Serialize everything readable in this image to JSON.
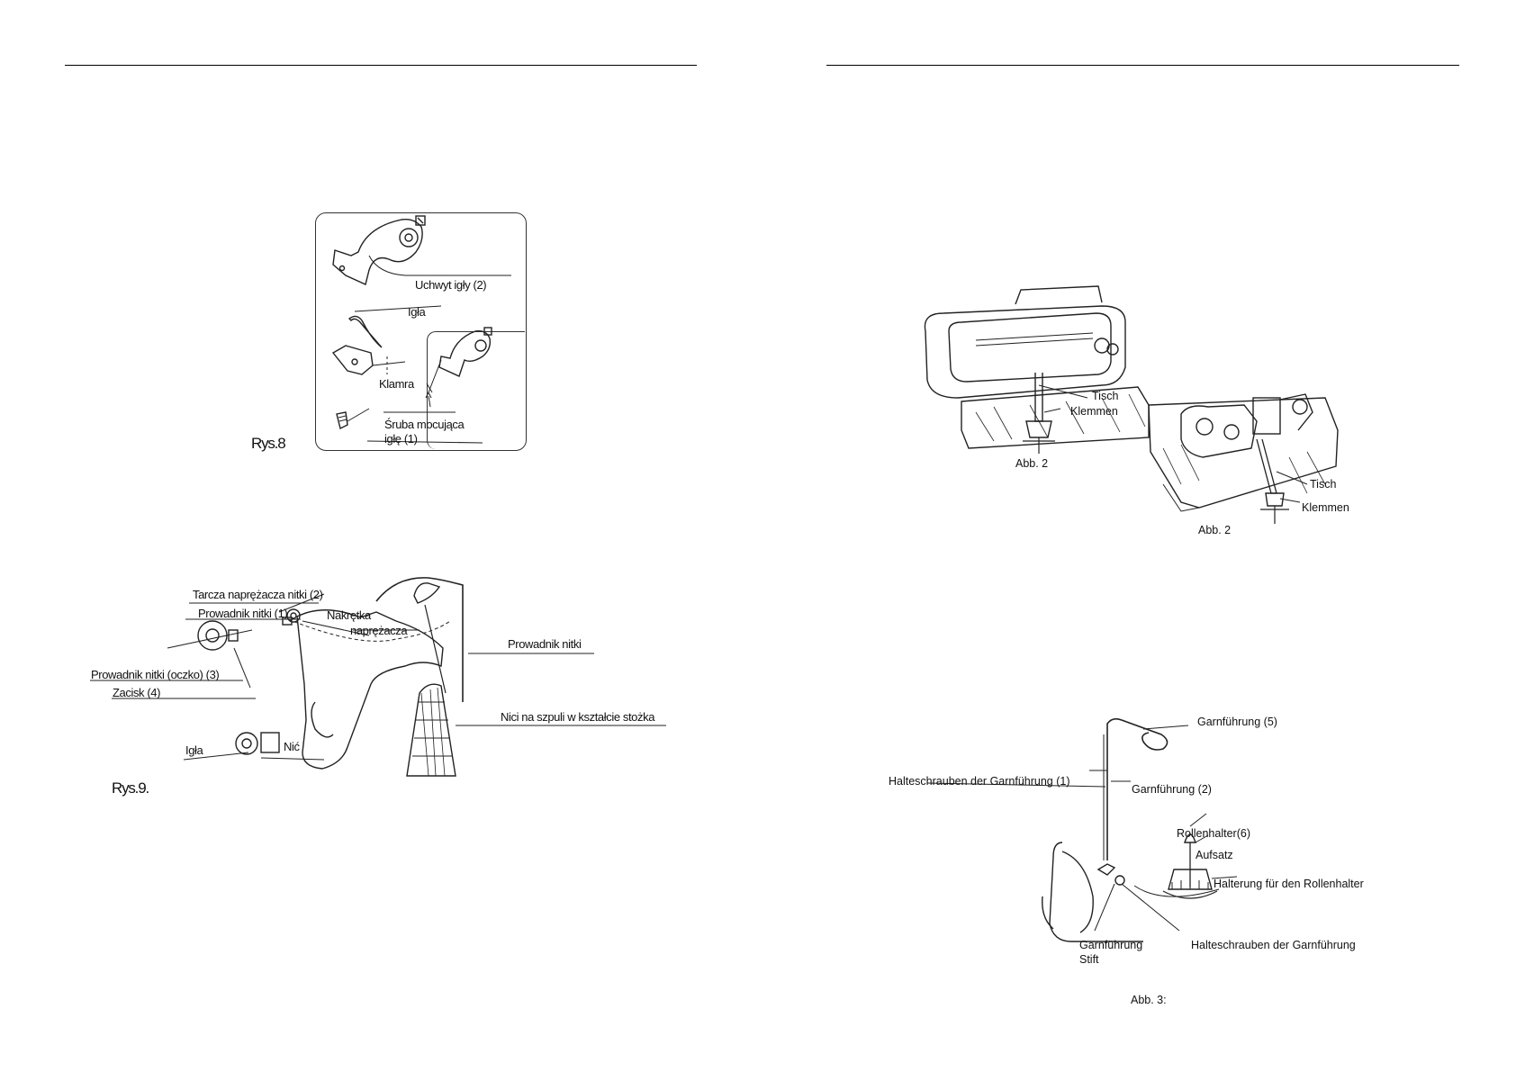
{
  "left_page": {
    "fig8": {
      "caption": "Rys.8",
      "labels": {
        "needle_holder": "Uchwyt igły (2)",
        "needle": "Igła",
        "clamp": "Klamra",
        "screw_line1": "Śruba mocująca",
        "screw_line2": "igłę (1)"
      }
    },
    "fig9": {
      "caption": "Rys.9.",
      "labels": {
        "tension_disc": "Tarcza naprężacza nitki (2)",
        "thread_guide_1": "Prowadnik nitki (1)",
        "nut_line1": "Nakrętka",
        "nut_line2": "naprężacza",
        "thread_guide_eye": "Prowadnik nitki (oczko) (3)",
        "clamp": "Zacisk (4)",
        "needle": "Igła",
        "thread": "Nić",
        "thread_guide": "Prowadnik nitki",
        "cone_thread": "Nici na szpuli w kształcie stożka"
      }
    }
  },
  "right_page": {
    "abb2_left": {
      "caption": "Abb. 2",
      "labels": {
        "table": "Tisch",
        "clamps": "Klemmen"
      }
    },
    "abb2_right": {
      "caption": "Abb. 2",
      "labels": {
        "table": "Tisch",
        "clamps": "Klemmen"
      }
    },
    "abb3": {
      "caption": "Abb. 3:",
      "labels": {
        "guide5": "Garnführung (5)",
        "holding_screws1": "Halteschrauben der Garnführung (1)",
        "guide2": "Garnführung (2)",
        "roll_holder": "Rollenhalter(6)",
        "attachment": "Aufsatz",
        "holder_mount": "Halterung für den Rollenhalter",
        "guide_pin_line1": "Garnführung",
        "guide_pin_line2": "Stift",
        "holding_screws": "Halteschrauben der Garnführung"
      }
    }
  }
}
